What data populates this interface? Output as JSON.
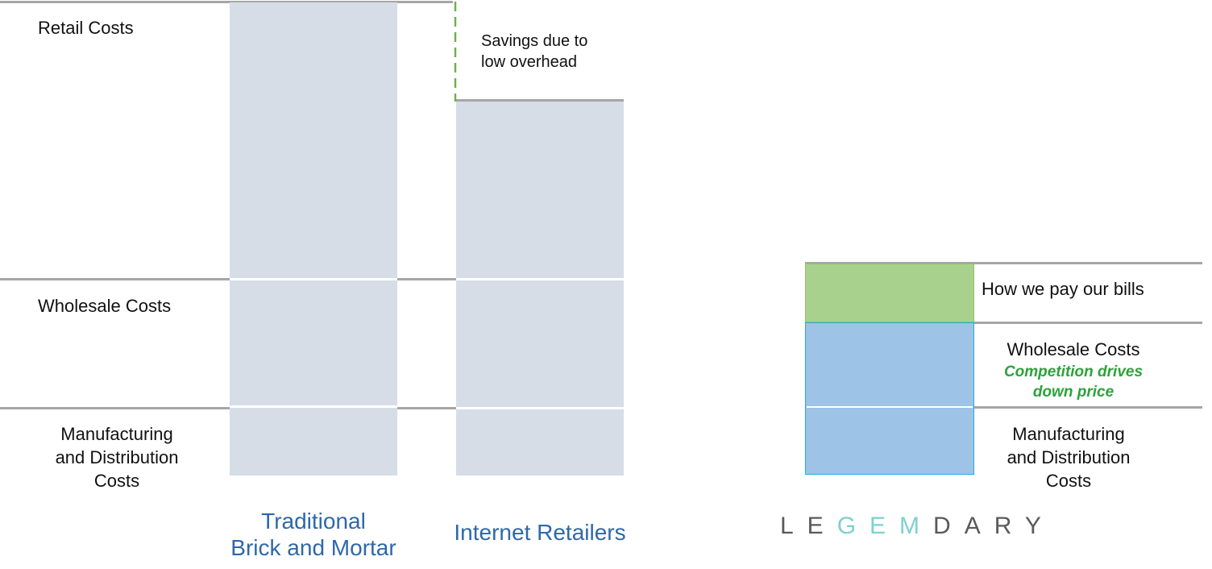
{
  "left": {
    "row_labels": {
      "retail": "Retail Costs",
      "wholesale": "Wholesale Costs",
      "manufacturing": [
        "Manufacturing",
        "and Distribution",
        "Costs"
      ]
    },
    "columns": [
      {
        "label": [
          "Traditional",
          "Brick and Mortar"
        ]
      },
      {
        "label": [
          "Internet Retailers"
        ]
      }
    ],
    "savings_note": [
      "Savings due to",
      "low overhead"
    ]
  },
  "right": {
    "segments": {
      "margin": "How we pay our bills",
      "wholesale": "Wholesale Costs",
      "wholesale_note": [
        "Competition drives",
        "down price"
      ],
      "manufacturing": [
        "Manufacturing",
        "and Distribution",
        "Costs"
      ]
    },
    "colors": {
      "margin_fill": "#a9d18e",
      "margin_border": "#8dc26a",
      "cost_fill": "#9dc3e6",
      "cost_border": "#2aa8e0",
      "note_text": "#2ca23a"
    }
  },
  "logo": {
    "parts": [
      "LE",
      "GEM",
      "DARY"
    ]
  },
  "colors": {
    "bar_fill": "#d6dde7",
    "grid_line": "#a6a6a6",
    "savings_dash": "#6fb04e",
    "column_label": "#2e68a8"
  }
}
